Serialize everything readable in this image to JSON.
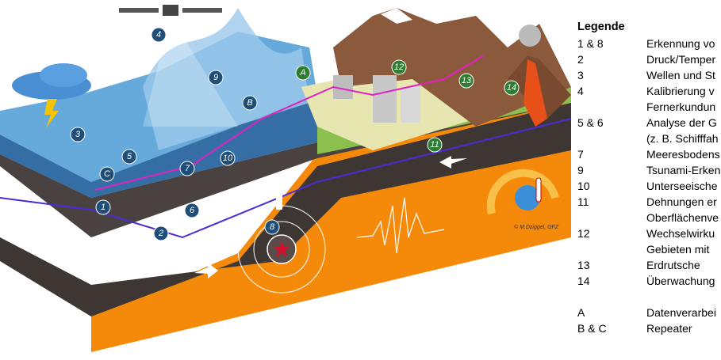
{
  "legend": {
    "title": "Legende",
    "rows": [
      {
        "num": "1 & 8",
        "text": "Erkennung vo"
      },
      {
        "num": "2",
        "text": "Druck/Temper"
      },
      {
        "num": "3",
        "text": "Wellen und St"
      },
      {
        "num": "4",
        "text": "Kalibrierung v"
      },
      {
        "num": "",
        "text": "Fernerkundun"
      },
      {
        "num": "5 & 6",
        "text": "Analyse der G"
      },
      {
        "num": "",
        "text": "(z. B. Schifffah"
      },
      {
        "num": "7",
        "text": "Meeresbodens"
      },
      {
        "num": "9",
        "text": "Tsunami-Erken"
      },
      {
        "num": "10",
        "text": "Unterseeische"
      },
      {
        "num": "11",
        "text": "Dehnungen er"
      },
      {
        "num": "",
        "text": "Oberflächenve"
      },
      {
        "num": "12",
        "text": "Wechselwirku"
      },
      {
        "num": "",
        "text": "Gebieten mit"
      },
      {
        "num": "13",
        "text": "Erdrutsche"
      },
      {
        "num": "14",
        "text": "Überwachung"
      }
    ],
    "rows2": [
      {
        "num": "A",
        "text": "Datenverarbei"
      },
      {
        "num": "B & C",
        "text": "Repeater"
      }
    ]
  },
  "markers": {
    "m1": "1",
    "m2": "2",
    "m3": "3",
    "m4": "4",
    "m5": "5",
    "m6": "6",
    "m7": "7",
    "m8": "8",
    "m9": "9",
    "m10": "10",
    "m11": "11",
    "m12": "12",
    "m13": "13",
    "m14": "14",
    "mA": "A",
    "mB": "B",
    "mC": "C"
  },
  "credit": "© M.Dziggel, GFZ",
  "colors": {
    "marker_blue": "#1f4e79",
    "marker_green": "#2e7d32",
    "cable": "#6a2bd8",
    "fiber": "#e020c0",
    "mantle": "#f58a0a"
  }
}
